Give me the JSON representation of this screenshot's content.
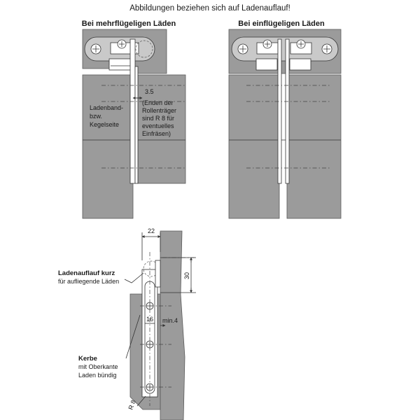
{
  "header": {
    "caption": "Abbildungen beziehen sich auf Ladenauflauf!"
  },
  "left_view": {
    "title": "Bei mehrflügeligen Läden",
    "dimension": "3.5",
    "side_label": [
      "Ladenband-",
      "bzw.",
      "Kegelseite"
    ],
    "note": [
      "(Enden der",
      "Rollenträger",
      "sind R 8 für",
      "eventuelles",
      "Einfräsen)"
    ]
  },
  "right_view": {
    "title": "Bei einflügeligen Läden"
  },
  "detail_view": {
    "dim_width": "22",
    "dim_height": "30",
    "dim_spacing": "16",
    "dim_min": "min.4",
    "dim_radius": "R 8",
    "label_short_runner": "Ladenauflauf kurz",
    "label_short_runner_sub": "für aufliegende Läden",
    "label_notch": "Kerbe",
    "label_notch_sub": [
      "mit Oberkante",
      "Laden bündig"
    ]
  },
  "colors": {
    "panel": "#9b9b9b",
    "fitting": "#c9c9c9",
    "line": "#333333"
  }
}
